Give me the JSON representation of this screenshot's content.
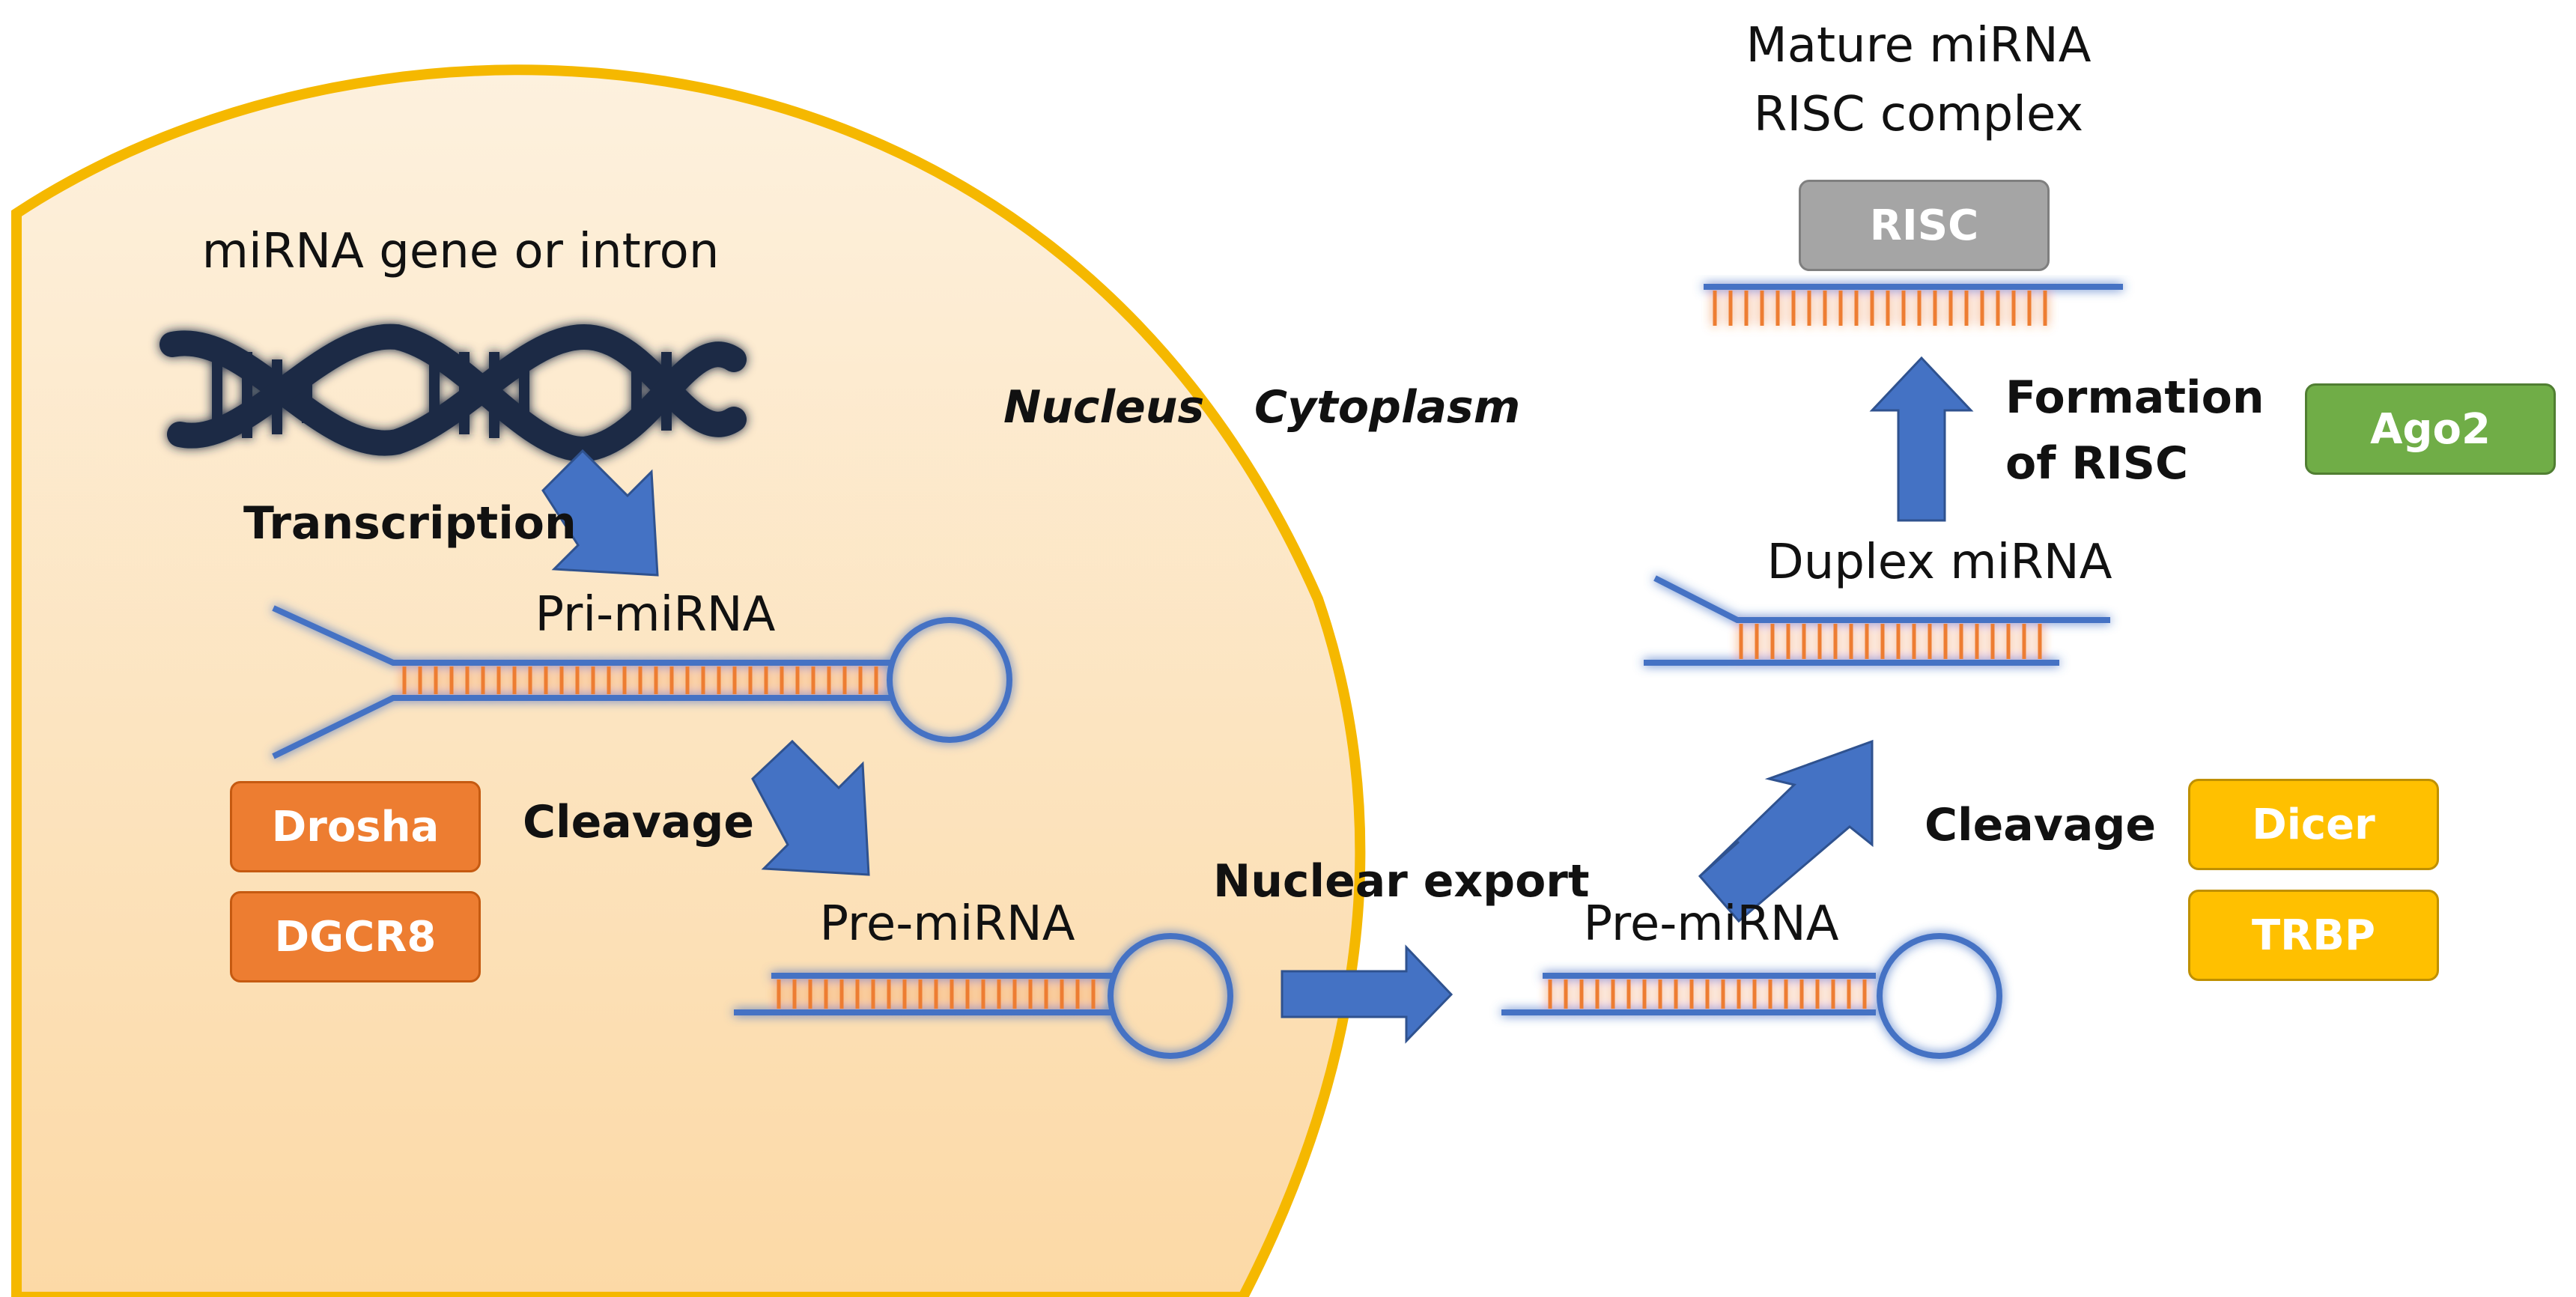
{
  "labels": {
    "gene": "miRNA gene or intron",
    "transcription": "Transcription",
    "pri_mirna": "Pri-miRNA",
    "cleavage_nuclear": "Cleavage",
    "pre_mirna_nucleus": "Pre-miRNA",
    "nucleus": "Nucleus",
    "cytoplasm": "Cytoplasm",
    "nuclear_export": "Nuclear export",
    "pre_mirna_cytoplasm": "Pre-miRNA",
    "cleavage_cytoplasmic": "Cleavage",
    "duplex_mirna": "Duplex miRNA",
    "formation_line1": "Formation",
    "formation_line2": "of RISC",
    "mature_line1": "Mature miRNA",
    "mature_line2": "RISC complex"
  },
  "proteins": {
    "drosha": "Drosha",
    "dgcr8": "DGCR8",
    "dicer": "Dicer",
    "trbp": "TRBP",
    "risc": "RISC",
    "ago2": "Ago2"
  },
  "colors": {
    "nucleus_fill_top": "#fdebd2",
    "nucleus_fill_bottom": "#fcd9a6",
    "nucleus_border": "#f5b800",
    "strand_blue": "#4472c4",
    "rung_orange": "#ed7d31",
    "arrow_blue": "#4472c4",
    "drosha_orange": "#ed7d31",
    "dicer_yellow": "#ffc000",
    "risc_gray": "#a5a5a5",
    "ago2_green": "#70ad47"
  }
}
